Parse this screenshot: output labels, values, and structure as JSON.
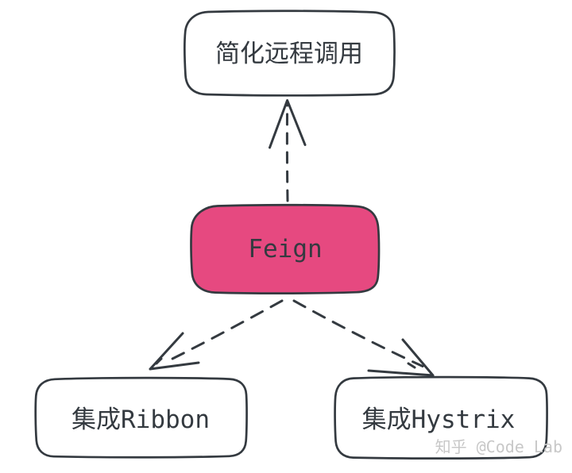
{
  "canvas": {
    "background": "#ffffff",
    "stroke_color": "#343a40",
    "text_color": "#343a40"
  },
  "nodes": {
    "simplify": {
      "label": "简化远程调用",
      "fill": "#ffffff"
    },
    "feign": {
      "label": "Feign",
      "fill": "#e64980"
    },
    "ribbon": {
      "label": "集成Ribbon",
      "fill": "#ffffff"
    },
    "hystrix": {
      "label": "集成Hystrix",
      "fill": "#ffffff"
    }
  },
  "edges": [
    {
      "from": "feign",
      "to": "simplify",
      "style": "dashed",
      "arrowhead": "open"
    },
    {
      "from": "feign",
      "to": "ribbon",
      "style": "dashed",
      "arrowhead": "open"
    },
    {
      "from": "feign",
      "to": "hystrix",
      "style": "dashed",
      "arrowhead": "open"
    }
  ],
  "watermark": {
    "text": "知乎 @Code Lab",
    "color": "#c8c8c8"
  }
}
